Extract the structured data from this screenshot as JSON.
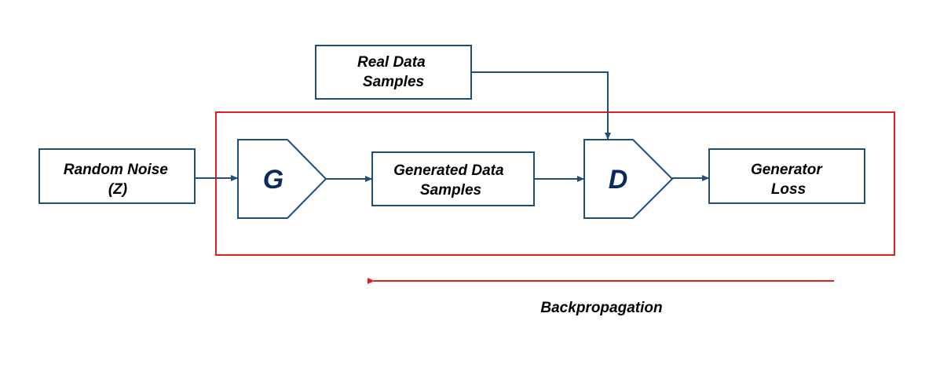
{
  "nodes": {
    "real_data": {
      "lines": [
        "Real Data",
        "Samples"
      ]
    },
    "random_noise": {
      "lines": [
        "Random Noise",
        "(Z)"
      ]
    },
    "generator": {
      "letter": "G"
    },
    "generated_data": {
      "lines": [
        "Generated Data",
        "Samples"
      ]
    },
    "discriminator": {
      "letter": "D"
    },
    "generator_loss": {
      "lines": [
        "Generator",
        "Loss"
      ]
    }
  },
  "backpropagation": {
    "label": "Backpropagation"
  },
  "colors": {
    "box_stroke": "#1f4e79",
    "letter_fill": "#0b2a5c",
    "frame_stroke": "#e02020",
    "text": "#000000"
  }
}
